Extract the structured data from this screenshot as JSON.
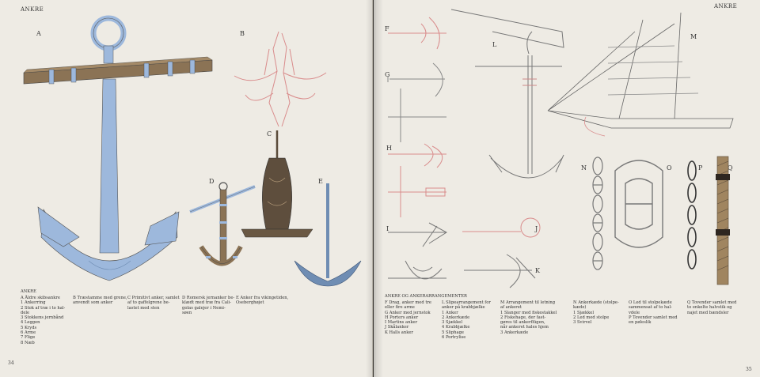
{
  "left_page": {
    "header": "ANKRE",
    "page_number": "34",
    "figure_labels": [
      "A",
      "B",
      "C",
      "D",
      "E"
    ],
    "caption_heading": "ANKRE",
    "captions": {
      "A": [
        "A  Äldre skibsankre",
        "1  Ankerring",
        "2  Stok af træ i to hal-",
        "    dele",
        "3  Stokkens jernbånd",
        "4  Leggen",
        "5  Kryds",
        "6  Arme",
        "7  Flige",
        "8  Næb"
      ],
      "B": [
        "B  Træstamme med grene,",
        "    anvendt som anker"
      ],
      "C": [
        "C  Primitivt anker, samlet",
        "    af to gaffelgrene be-",
        "    lastet med sten"
      ],
      "D": [
        "D  Romersk jernanker be-",
        "    klædt med træ fra Cali-",
        "    golas galejer i Nemi-",
        "    søen"
      ],
      "E": [
        "E  Anker fra vikingetiden,",
        "    Oseberghøjet"
      ]
    }
  },
  "right_page": {
    "header": "ANKRE",
    "page_number": "35",
    "figure_labels": [
      "F",
      "G",
      "H",
      "I",
      "J",
      "K",
      "L",
      "M",
      "N",
      "O",
      "P",
      "Q"
    ],
    "caption_heading": "ANKRE OG ANKERARRANGEMENTER",
    "captions": {
      "F": [
        "F  Drag, anker med tre",
        "    eller fire arme",
        "G  Anker med jernstok",
        "H  Porters anker",
        "I   Martins anker",
        "J   Skålanker",
        "K  Halls anker"
      ],
      "L": [
        "L  Slipearrangement for",
        "    anker på krabbjælke",
        "1  Anker",
        "2  Ankerkæde",
        "3  Sjækkel",
        "4  Krabbjælke",
        "5  Sliphage",
        "6  Portrylise"
      ],
      "M": [
        "M  Arrangement til letning",
        "    af ankeret",
        "1  Slanger med fiskestakkel",
        "2  Fiskehage, der fast-",
        "    gøres til ankerflügen,",
        "    når ankeret hales hjem",
        "3  Ankerkæde"
      ],
      "N": [
        "N  Ankerkæde (stolpe-",
        "    kæde)",
        "1  Sjækkel",
        "2  Led med stolpe",
        "3  Svirvel"
      ],
      "O": [
        "O  Led til stolpekæde",
        "    sammensat af to hal-",
        "    vdele",
        "P  Tovender samlet med",
        "    en pøleslik"
      ],
      "Q": [
        "Q  Tovender samlet med",
        "    to enkelte halvstik og",
        "    najet med bændsler"
      ]
    }
  },
  "colors": {
    "paper": "#eeebe4",
    "anchor_blue": "#9db8dc",
    "stock_brown": "#8b7355",
    "pink_line": "#d98c8c",
    "rope": "#a08560"
  }
}
